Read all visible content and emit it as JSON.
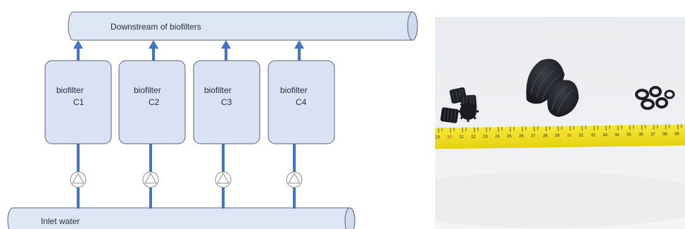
{
  "diagram": {
    "downstream_label": "Downstream of biofilters",
    "inlet_label": "Inlet water",
    "biofilters": [
      {
        "name": "biofilter",
        "id": "C1"
      },
      {
        "name": "biofilter",
        "id": "C2"
      },
      {
        "name": "biofilter",
        "id": "C3"
      },
      {
        "name": "biofilter",
        "id": "C4"
      }
    ],
    "colors": {
      "pipe_fill": "#dde6f5",
      "tank_fill": "#d8e2f3",
      "outline": "#5a6470",
      "flow_arrow": "#4472c4",
      "pump": "#8c8c8c"
    },
    "icons": [
      "pump-icon",
      "flow-arrow-icon"
    ]
  },
  "photo": {
    "subject": "biofilter carrier media samples next to a measuring tape",
    "tape_numbers": [
      "19",
      "20",
      "21",
      "22",
      "23",
      "24",
      "25",
      "26",
      "27",
      "28",
      "29",
      "30",
      "31",
      "32",
      "33",
      "34",
      "35",
      "36",
      "37",
      "38",
      "39"
    ],
    "colors": {
      "background": "#eceef0",
      "tape": "#f2e21c",
      "media": "#1b1d22"
    }
  }
}
